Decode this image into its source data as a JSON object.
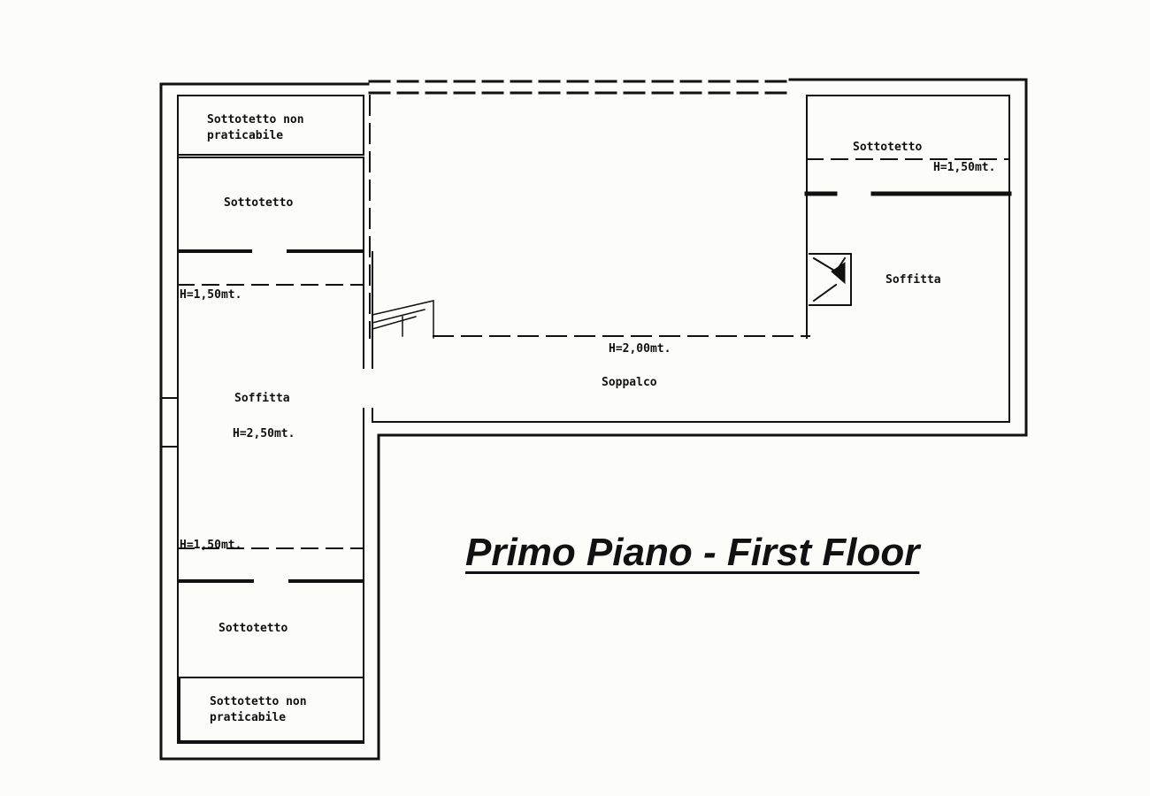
{
  "title": "Primo Piano - First Floor",
  "rooms": {
    "attic_unwalkable_top": [
      "Sottotetto non",
      "praticabile"
    ],
    "attic_left_top": "Sottotetto",
    "height_left_upper": "H=1,50mt.",
    "loft_left": "Soffitta",
    "height_loft_left": "H=2,50mt.",
    "height_left_lower": "H=1,50mt.",
    "attic_left_bottom": "Sottotetto",
    "attic_unwalkable_bottom": [
      "Sottotetto non",
      "praticabile"
    ],
    "attic_right": "Sottotetto",
    "height_right": "H=1,50mt.",
    "loft_right": "Soffitta",
    "height_mezzanine": "H=2,00mt.",
    "mezzanine": "Soppalco"
  }
}
